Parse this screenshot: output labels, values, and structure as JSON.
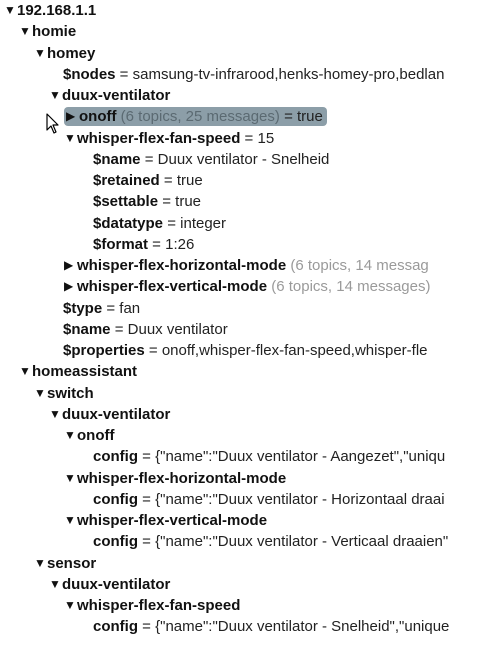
{
  "tree": [
    {
      "depth": 0,
      "toggle": "down",
      "key": "192.168.1.1"
    },
    {
      "depth": 1,
      "toggle": "down",
      "key": "homie"
    },
    {
      "depth": 2,
      "toggle": "down",
      "key": "homey"
    },
    {
      "depth": 3,
      "toggle": "none",
      "key": "$nodes",
      "value": "samsung-tv-infrarood,henks-homey-pro,bedlan"
    },
    {
      "depth": 3,
      "toggle": "down",
      "key": "duux-ventilator"
    },
    {
      "depth": 4,
      "toggle": "right",
      "key": "onoff",
      "summary": "(6 topics, 25 messages)",
      "value": "true",
      "selected": true
    },
    {
      "depth": 4,
      "toggle": "down",
      "key": "whisper-flex-fan-speed",
      "value": "15"
    },
    {
      "depth": 5,
      "toggle": "none",
      "key": "$name",
      "value": "Duux ventilator - Snelheid"
    },
    {
      "depth": 5,
      "toggle": "none",
      "key": "$retained",
      "value": "true"
    },
    {
      "depth": 5,
      "toggle": "none",
      "key": "$settable",
      "value": "true"
    },
    {
      "depth": 5,
      "toggle": "none",
      "key": "$datatype",
      "value": "integer"
    },
    {
      "depth": 5,
      "toggle": "none",
      "key": "$format",
      "value": "1:26"
    },
    {
      "depth": 4,
      "toggle": "right",
      "key": "whisper-flex-horizontal-mode",
      "summary": "(6 topics, 14 messag"
    },
    {
      "depth": 4,
      "toggle": "right",
      "key": "whisper-flex-vertical-mode",
      "summary": "(6 topics, 14 messages)"
    },
    {
      "depth": 4,
      "toggle": "none",
      "key": "$type",
      "value": "fan",
      "offset": -15
    },
    {
      "depth": 4,
      "toggle": "none",
      "key": "$name",
      "value": "Duux ventilator",
      "offset": -15
    },
    {
      "depth": 4,
      "toggle": "none",
      "key": "$properties",
      "value": "onoff,whisper-flex-fan-speed,whisper-fle",
      "offset": -15
    },
    {
      "depth": 1,
      "toggle": "down",
      "key": "homeassistant"
    },
    {
      "depth": 2,
      "toggle": "down",
      "key": "switch"
    },
    {
      "depth": 3,
      "toggle": "down",
      "key": "duux-ventilator"
    },
    {
      "depth": 4,
      "toggle": "down",
      "key": "onoff"
    },
    {
      "depth": 5,
      "toggle": "none",
      "key": "config",
      "value": "{\"name\":\"Duux ventilator - Aangezet\",\"uniqu"
    },
    {
      "depth": 4,
      "toggle": "down",
      "key": "whisper-flex-horizontal-mode"
    },
    {
      "depth": 5,
      "toggle": "none",
      "key": "config",
      "value": "{\"name\":\"Duux ventilator - Horizontaal draai"
    },
    {
      "depth": 4,
      "toggle": "down",
      "key": "whisper-flex-vertical-mode"
    },
    {
      "depth": 5,
      "toggle": "none",
      "key": "config",
      "value": "{\"name\":\"Duux ventilator - Verticaal draaien\""
    },
    {
      "depth": 2,
      "toggle": "down",
      "key": "sensor"
    },
    {
      "depth": 3,
      "toggle": "down",
      "key": "duux-ventilator"
    },
    {
      "depth": 4,
      "toggle": "down",
      "key": "whisper-flex-fan-speed"
    },
    {
      "depth": 5,
      "toggle": "none",
      "key": "config",
      "value": "{\"name\":\"Duux ventilator - Snelheid\",\"unique"
    }
  ]
}
